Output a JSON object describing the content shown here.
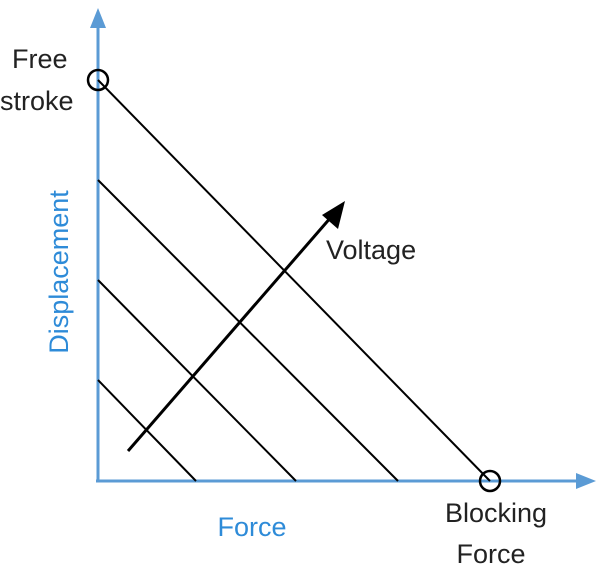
{
  "labels": {
    "free_stroke_line1": "Free",
    "free_stroke_line2": "stroke",
    "voltage": "Voltage",
    "y_axis": "Displacement",
    "x_axis": "Force",
    "blocking_force_line1": "Blocking",
    "blocking_force_line2": "Force"
  },
  "colors": {
    "axis": "#5b9bd5",
    "axis_label": "#2e8bd8",
    "line": "#000000",
    "text": "#222222"
  },
  "lines_count_note": null
}
